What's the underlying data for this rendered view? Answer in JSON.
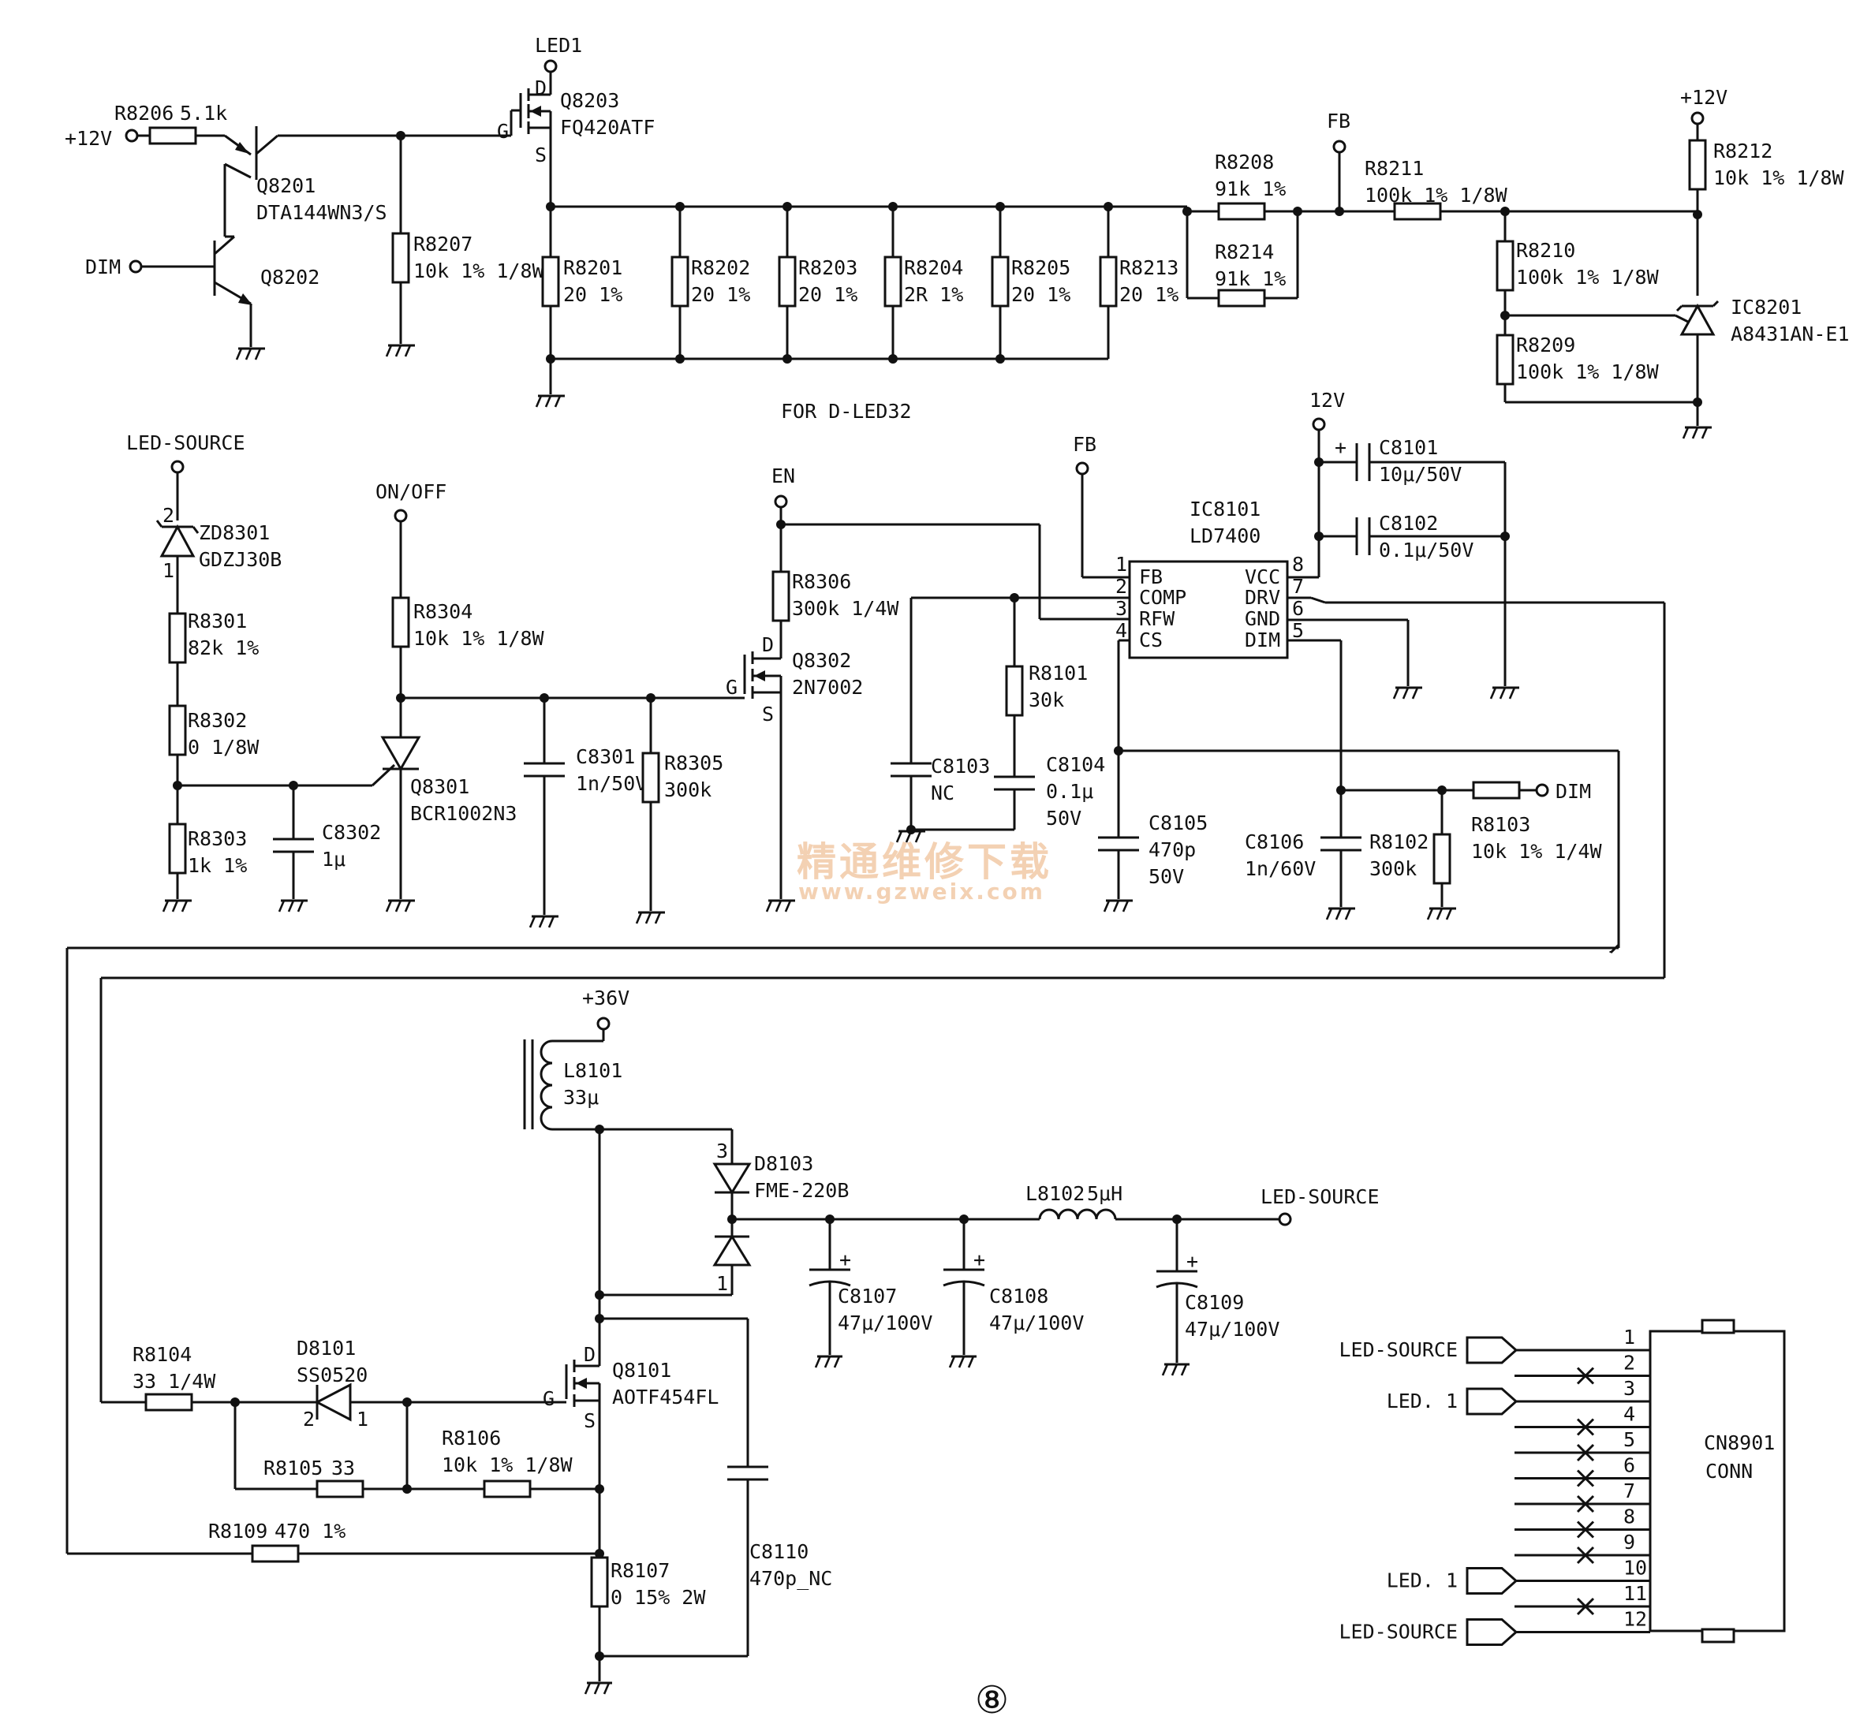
{
  "title": "",
  "page_number": "⑧",
  "watermark": {
    "cn": "精通维修下载",
    "url": "www.gzweix.com"
  },
  "nets": {
    "v12_left": "+12V",
    "v12_right": "+12V",
    "v12_ic": "12V",
    "v36": "+36V",
    "dim_left": "DIM",
    "dim_right": "DIM",
    "led1": "LED1",
    "fb_top": "FB",
    "fb_mid": "FB",
    "en": "EN",
    "onoff": "ON/OFF",
    "led_source_top": "LED-SOURCE",
    "led_source_out": "LED-SOURCE"
  },
  "section_note": "FOR D-LED32",
  "parts": {
    "R8206": {
      "ref": "R8206",
      "value": "5.1k"
    },
    "Q8201": {
      "ref": "Q8201",
      "value": "DTA144WN3/S"
    },
    "Q8202": {
      "ref": "Q8202"
    },
    "R8207": {
      "ref": "R8207",
      "value": "10k 1% 1/8W"
    },
    "Q8203": {
      "ref": "Q8203",
      "value": "FQ420ATF"
    },
    "R8201": {
      "ref": "R8201",
      "value": "20 1%"
    },
    "R8202": {
      "ref": "R8202",
      "value": "20 1%"
    },
    "R8203": {
      "ref": "R8203",
      "value": "20 1%"
    },
    "R8204": {
      "ref": "R8204",
      "value": "2R 1%"
    },
    "R8205": {
      "ref": "R8205",
      "value": "20 1%"
    },
    "R8213": {
      "ref": "R8213",
      "value": "20 1%"
    },
    "R8208": {
      "ref": "R8208",
      "value": "91k 1%"
    },
    "R8214": {
      "ref": "R8214",
      "value": "91k 1%"
    },
    "R8211": {
      "ref": "R8211",
      "value": "100k 1% 1/8W"
    },
    "R8212": {
      "ref": "R8212",
      "value": "10k 1% 1/8W"
    },
    "R8210": {
      "ref": "R8210",
      "value": "100k 1% 1/8W"
    },
    "R8209": {
      "ref": "R8209",
      "value": "100k 1% 1/8W"
    },
    "IC8201": {
      "ref": "IC8201",
      "value": "A8431AN-E1"
    },
    "ZD8301": {
      "ref": "ZD8301",
      "value": "GDZJ30B"
    },
    "R8301": {
      "ref": "R8301",
      "value": "82k 1%"
    },
    "R8302": {
      "ref": "R8302",
      "value": "0 1/8W"
    },
    "R8303": {
      "ref": "R8303",
      "value": "1k 1%"
    },
    "C8302": {
      "ref": "C8302",
      "value": "1μ"
    },
    "R8304": {
      "ref": "R8304",
      "value": "10k 1% 1/8W"
    },
    "Q8301": {
      "ref": "Q8301",
      "value": "BCR1002N3"
    },
    "C8301": {
      "ref": "C8301",
      "value": "1n/50V"
    },
    "R8305": {
      "ref": "R8305",
      "value": "300k"
    },
    "R8306": {
      "ref": "R8306",
      "value": "300k 1/4W"
    },
    "Q8302": {
      "ref": "Q8302",
      "value": "2N7002"
    },
    "IC8101": {
      "ref": "IC8101",
      "value": "LD7400"
    },
    "C8101": {
      "ref": "C8101",
      "value": "10μ/50V"
    },
    "C8102": {
      "ref": "C8102",
      "value": "0.1μ/50V"
    },
    "R8101": {
      "ref": "R8101",
      "value": "30k"
    },
    "C8103": {
      "ref": "C8103",
      "value": "NC"
    },
    "C8104": {
      "ref": "C8104",
      "value": "0.1μ",
      "rating": "50V"
    },
    "C8105": {
      "ref": "C8105",
      "value": "470p",
      "rating": "50V"
    },
    "C8106": {
      "ref": "C8106",
      "value": "1n/60V"
    },
    "R8102": {
      "ref": "R8102",
      "value": "300k"
    },
    "R8103": {
      "ref": "R8103",
      "value": "10k 1% 1/4W"
    },
    "L8101": {
      "ref": "L8101",
      "value": "33μ"
    },
    "D8103": {
      "ref": "D8103",
      "value": "FME-220B"
    },
    "L8102": {
      "ref": "L8102",
      "value": "5μH"
    },
    "C8107": {
      "ref": "C8107",
      "value": "47μ/100V"
    },
    "C8108": {
      "ref": "C8108",
      "value": "47μ/100V"
    },
    "C8109": {
      "ref": "C8109",
      "value": "47μ/100V"
    },
    "Q8101": {
      "ref": "Q8101",
      "value": "AOTF454FL"
    },
    "R8104": {
      "ref": "R8104",
      "value": "33 1/4W"
    },
    "D8101": {
      "ref": "D8101",
      "value": "SS0520"
    },
    "R8105": {
      "ref": "R8105",
      "value": "33"
    },
    "R8106": {
      "ref": "R8106",
      "value": "10k 1% 1/8W"
    },
    "R8109": {
      "ref": "R8109",
      "value": "470 1%"
    },
    "R8107": {
      "ref": "R8107",
      "value": "0 15% 2W"
    },
    "C8110": {
      "ref": "C8110",
      "value": "470p_NC"
    },
    "CN8901": {
      "ref": "CN8901",
      "value": "CONN"
    }
  },
  "ic8101_pins": [
    {
      "num": "1",
      "name": "FB"
    },
    {
      "num": "2",
      "name": "COMP"
    },
    {
      "num": "3",
      "name": "RFW"
    },
    {
      "num": "4",
      "name": "CS"
    },
    {
      "num": "8",
      "name": "VCC"
    },
    {
      "num": "7",
      "name": "DRV"
    },
    {
      "num": "6",
      "name": "GND"
    },
    {
      "num": "5",
      "name": "DIM"
    }
  ],
  "pin_marks": {
    "g": "G",
    "d": "D",
    "s": "S",
    "one": "1",
    "two": "2",
    "three": "3"
  },
  "connector": {
    "pins": [
      "1",
      "2",
      "3",
      "4",
      "5",
      "6",
      "7",
      "8",
      "9",
      "10",
      "11",
      "12"
    ],
    "signals": [
      {
        "pin": "1",
        "net": "LED-SOURCE"
      },
      {
        "pin": "3",
        "net": "LED. 1"
      },
      {
        "pin": "10",
        "net": "LED. 1"
      },
      {
        "pin": "12",
        "net": "LED-SOURCE"
      }
    ]
  }
}
